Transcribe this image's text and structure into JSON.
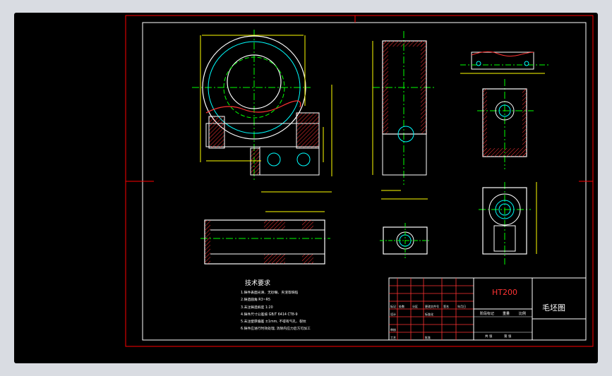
{
  "drawing": {
    "title_block": {
      "material": "HT200",
      "drawing_name": "毛坯图",
      "row_labels": [
        "标记",
        "处数",
        "分区",
        "更改文件号",
        "签名",
        "年月日"
      ],
      "stage_label": "阶段标记",
      "weight_label": "重量",
      "scale_label": "比例",
      "designer_label": "设计",
      "standard_label": "标准化",
      "review_label": "审核",
      "process_label": "工艺",
      "approve_label": "批准",
      "sheet_label": "共 张",
      "page_label": "第 张"
    },
    "tech_notes": {
      "heading": "技术要求",
      "items": [
        "1.铸件表面光滑、无砂眼、夹渣等缺陷",
        "2.铸造圆角 R3~R5",
        "3.未注铸造斜度 1:20",
        "4.铸件尺寸公差按 GB/T 6414 CT8-9",
        "5.未注壁厚偏差 ±1mm, 不得有气孔、裂纹",
        "6.铸件应进行时效处理, 消除内应力后方可加工"
      ]
    },
    "colors": {
      "frame": "#ff0000",
      "border": "#ffffff",
      "outline": "#ffff00",
      "dimension": "#00ffff",
      "centerline": "#00ff00",
      "hatch": "#ff3333"
    }
  }
}
